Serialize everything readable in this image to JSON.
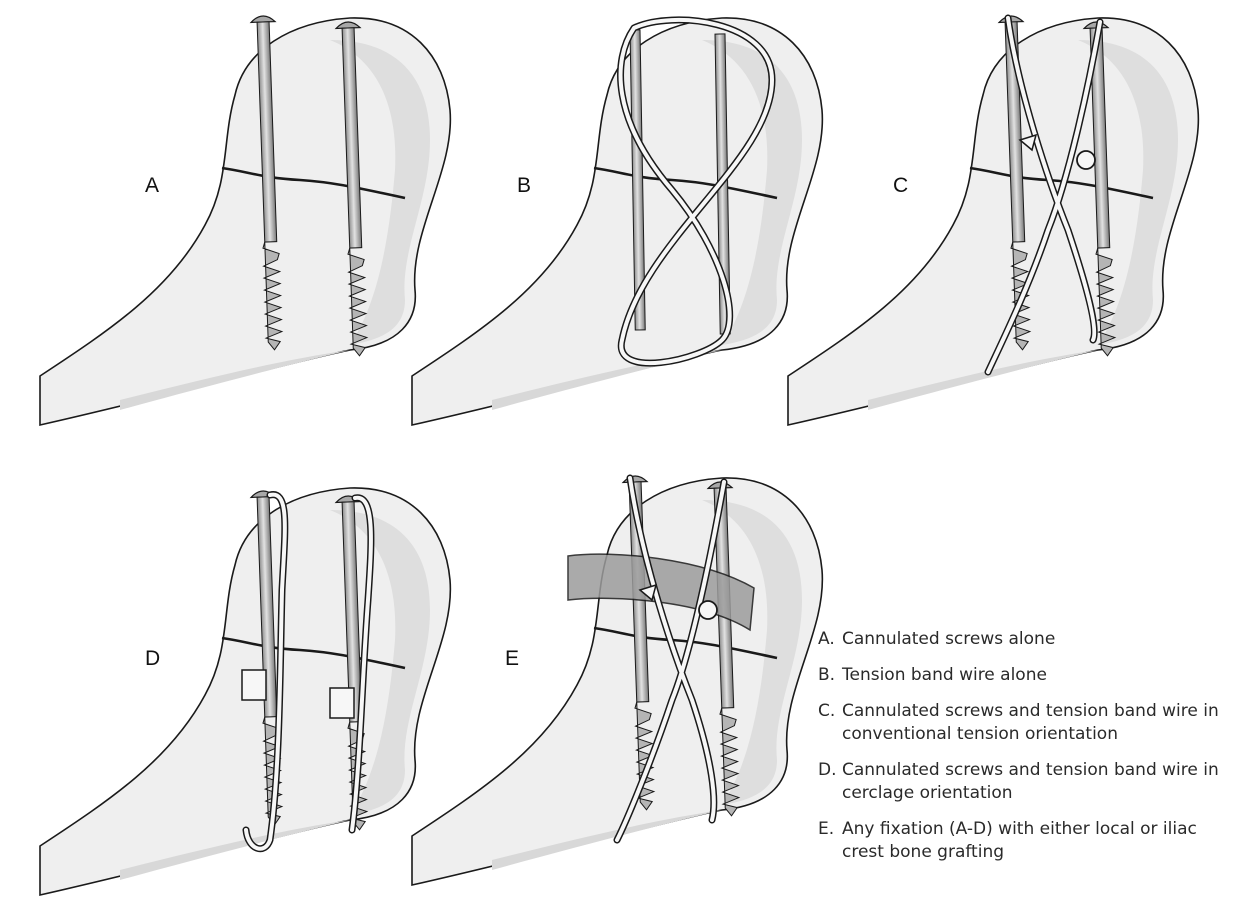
{
  "panels": [
    {
      "letter": "A"
    },
    {
      "letter": "B"
    },
    {
      "letter": "C"
    },
    {
      "letter": "D"
    },
    {
      "letter": "E"
    }
  ],
  "legend": [
    {
      "key": "A.",
      "text": "Cannulated screws alone"
    },
    {
      "key": "B.",
      "text": "Tension band wire alone"
    },
    {
      "key": "C.",
      "text": "Cannulated screws and tension band wire in conventional tension orientation"
    },
    {
      "key": "D.",
      "text": "Cannulated screws and tension band wire in cerclage orientation"
    },
    {
      "key": "E.",
      "text": "Any fixation (A-D) with either local or iliac crest bone grafting"
    }
  ],
  "colors": {
    "bone_fill": "#efefef",
    "bone_shadow": "#dcdcdc",
    "outline": "#1a1a1a",
    "metal": "#b9b9b9",
    "wire": "#f7f7f7",
    "graft_band": "#9c9c9c"
  }
}
